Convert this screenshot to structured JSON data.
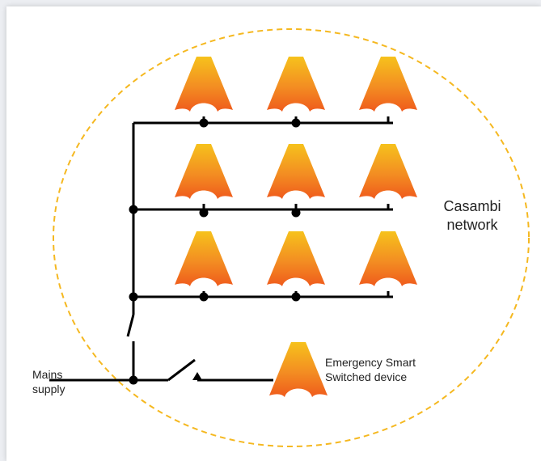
{
  "network_label": {
    "line1": "Casambi",
    "line2": "network"
  },
  "mains_label": {
    "line1": "Mains",
    "line2": "supply"
  },
  "emergency_label": {
    "line1": "Emergency Smart",
    "line2": "Switched device"
  },
  "colors": {
    "background": "#ffffff",
    "network_boundary": "#f5b820",
    "wiring": "#000000",
    "lamp_top": "#f6c21c",
    "lamp_bottom": "#ef5a1c"
  },
  "icons": {
    "lamp": "lamp-icon",
    "junction": "junction-dot-icon",
    "switch": "switch-icon"
  }
}
